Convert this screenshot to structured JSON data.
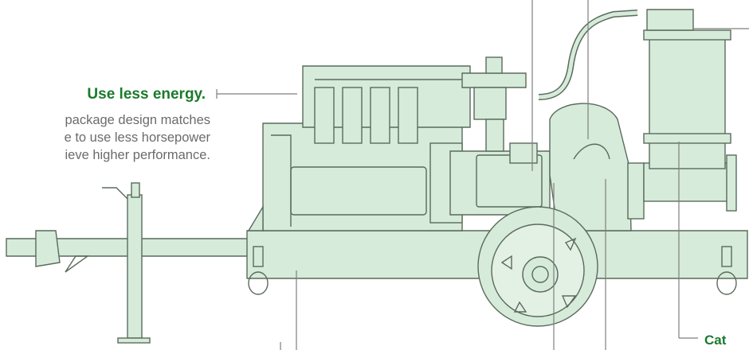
{
  "callout": {
    "title": "Use less energy.",
    "body_lines": [
      "package design matches",
      "e to use less horsepower",
      "ieve higher performance."
    ]
  },
  "cut_label": "Cat",
  "colors": {
    "machine_fill": "#d6ebd9",
    "machine_stroke": "#5a6b5c",
    "accent_green": "#1b7a2c",
    "body_text": "#6b6b6b",
    "leader_line": "#7f7f7f"
  }
}
